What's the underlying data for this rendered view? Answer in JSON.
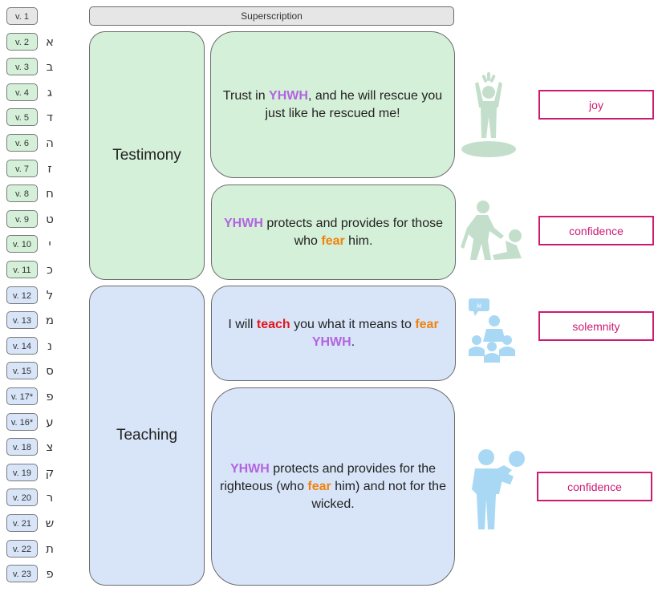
{
  "superscription": "Superscription",
  "verses": [
    {
      "label": "v. 1",
      "letter": ""
    },
    {
      "label": "v. 2",
      "letter": "א"
    },
    {
      "label": "v. 3",
      "letter": "ב"
    },
    {
      "label": "v. 4",
      "letter": "ג"
    },
    {
      "label": "v. 5",
      "letter": "ד"
    },
    {
      "label": "v. 6",
      "letter": "ה"
    },
    {
      "label": "v. 7",
      "letter": "ז"
    },
    {
      "label": "v. 8",
      "letter": "ח"
    },
    {
      "label": "v. 9",
      "letter": "ט"
    },
    {
      "label": "v. 10",
      "letter": "י"
    },
    {
      "label": "v. 11",
      "letter": "כ"
    },
    {
      "label": "v. 12",
      "letter": "ל"
    },
    {
      "label": "v. 13",
      "letter": "מ"
    },
    {
      "label": "v. 14",
      "letter": "נ"
    },
    {
      "label": "v. 15",
      "letter": "ס"
    },
    {
      "label": "v. 17*",
      "letter": "פ"
    },
    {
      "label": "v. 16*",
      "letter": "ע"
    },
    {
      "label": "v. 18",
      "letter": "צ"
    },
    {
      "label": "v. 19",
      "letter": "ק"
    },
    {
      "label": "v. 20",
      "letter": "ר"
    },
    {
      "label": "v. 21",
      "letter": "ש"
    },
    {
      "label": "v. 22",
      "letter": "ת"
    },
    {
      "label": "v. 23",
      "letter": "פ"
    }
  ],
  "sections": {
    "testimony": "Testimony",
    "teaching": "Teaching"
  },
  "messages": {
    "m1": {
      "yhwh": "YHWH",
      "pre": "Trust in ",
      "post": ", and he will rescue you just like he rescued me!"
    },
    "m2": {
      "yhwh": "YHWH",
      "mid": " protects and provides for those who ",
      "fear": "fear",
      "post": " him."
    },
    "m3": {
      "pre": "I will ",
      "teach": "teach",
      "mid": " you what it means to ",
      "fear": "fear",
      "yhwh": "YHWH",
      "post": "."
    },
    "m4": {
      "yhwh": "YHWH",
      "mid": " protects and provides for the righteous (who ",
      "fear": "fear",
      "post": " him) and not for the wicked."
    }
  },
  "emotions": [
    "joy",
    "confidence",
    "solemnity",
    "confidence"
  ],
  "icons": [
    "rejoicing-person-icon",
    "helping-hand-icon",
    "teacher-group-icon",
    "carrying-person-icon"
  ],
  "colors": {
    "testimony_bg": "#d5f0d8",
    "teaching_bg": "#d8e5f8",
    "yhwh": "#b264e0",
    "fear": "#f0820f",
    "teach": "#e4161d",
    "emotion_border": "#cc1b73",
    "green_icon": "#c3dfcb",
    "blue_icon": "#a9d8f5"
  }
}
